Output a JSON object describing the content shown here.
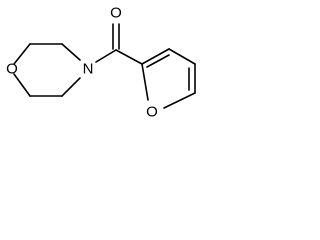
{
  "molecule": {
    "atoms": {
      "carbonyl_oxygen": "O",
      "morpholine_nitrogen": "N",
      "morpholine_oxygen": "O",
      "furan_oxygen": "O"
    },
    "colors": {
      "bond": "#000000",
      "label": "#000000",
      "background": "#ffffff"
    }
  }
}
